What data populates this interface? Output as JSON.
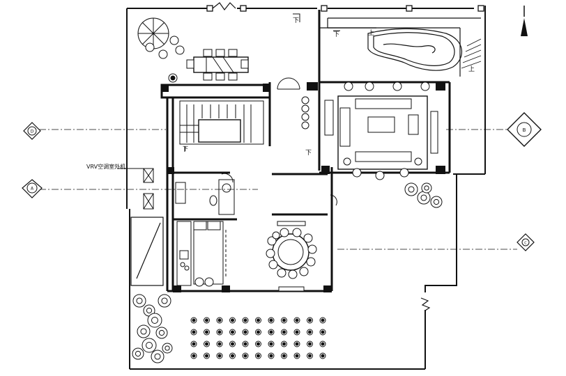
{
  "labels": {
    "vrv": "VRV空调室外机",
    "down_a": "下",
    "down_b": "下",
    "down_c": "下",
    "down_d": "下",
    "up_a": "上",
    "up_b": "上"
  },
  "section_markers": [
    {
      "id": "D",
      "side": "left"
    },
    {
      "id": "A",
      "side": "left"
    },
    {
      "id": "B",
      "side": "right"
    },
    {
      "id": "C",
      "side": "right"
    }
  ],
  "colors": {
    "line": "#111111",
    "background": "#ffffff",
    "fill": "#ffffff"
  }
}
